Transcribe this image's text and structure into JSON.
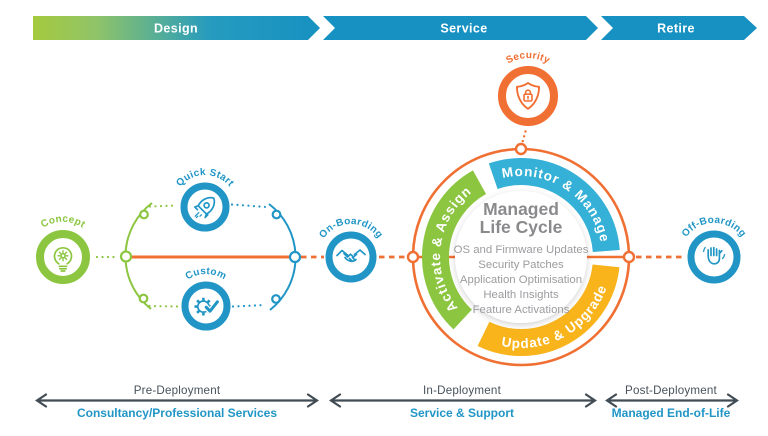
{
  "top_bar": {
    "segments": [
      {
        "label": "Design"
      },
      {
        "label": "Service"
      },
      {
        "label": "Retire"
      }
    ],
    "bar_blue": "#1791C1",
    "gradient_green": "#A5CA3E"
  },
  "nodes": {
    "concept": {
      "label": "Concept",
      "color": "#8CC640",
      "icon": "lightbulb-gear-icon"
    },
    "quick_start": {
      "label": "Quick Start",
      "color": "#2196C6",
      "icon": "rocket-icon"
    },
    "custom": {
      "label": "Custom",
      "color": "#2196C6",
      "icon": "gear-check-icon"
    },
    "on_boarding": {
      "label": "On-Boarding",
      "color": "#2196C6",
      "icon": "handshake-icon"
    },
    "security": {
      "label": "Security",
      "color": "#F06F32",
      "icon": "shield-lock-icon"
    },
    "off_boarding": {
      "label": "Off-Boarding",
      "color": "#2196C6",
      "icon": "waving-hand-icon"
    }
  },
  "lifecycle_ring": {
    "title_line1": "Managed",
    "title_line2": "Life Cycle",
    "items": [
      "OS and Firmware Updates",
      "Security Patches",
      "Application Optimisation",
      "Health Insights",
      "Feature Activations"
    ],
    "arcs": [
      {
        "label": "Monitor & Manage",
        "color": "#35B0D6"
      },
      {
        "label": "Activate & Assign",
        "color": "#8CC640"
      },
      {
        "label": "Update & Upgrade",
        "color": "#F9B41C"
      }
    ],
    "ring_color": "#F06F32"
  },
  "phases": [
    {
      "stage": "Pre-Deployment",
      "service": "Consultancy/Professional Services"
    },
    {
      "stage": "In-Deployment",
      "service": "Service & Support"
    },
    {
      "stage": "Post-Deployment",
      "service": "Managed End-of-Life"
    }
  ],
  "colors": {
    "orange": "#F06F32",
    "blue": "#2196C6",
    "cyan": "#35B0D6",
    "green": "#8CC640",
    "yellow": "#F9B41C",
    "slate": "#47525B",
    "title_gray": "#8A8A8D",
    "item_gray": "#9C9CA0"
  }
}
